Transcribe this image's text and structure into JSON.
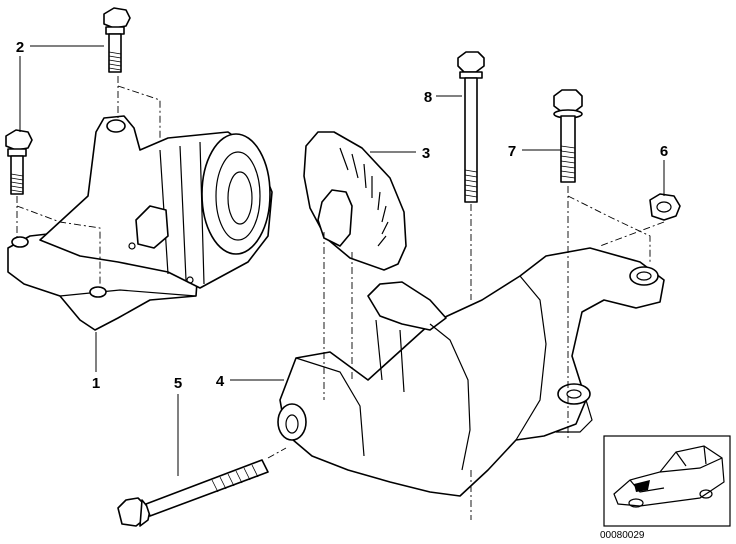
{
  "diagram": {
    "callouts": [
      {
        "id": "1",
        "label": "1"
      },
      {
        "id": "2",
        "label": "2"
      },
      {
        "id": "3",
        "label": "3"
      },
      {
        "id": "4",
        "label": "4"
      },
      {
        "id": "5",
        "label": "5"
      },
      {
        "id": "6",
        "label": "6"
      },
      {
        "id": "7",
        "label": "7"
      },
      {
        "id": "8",
        "label": "8"
      }
    ],
    "image_code": "00080029"
  }
}
